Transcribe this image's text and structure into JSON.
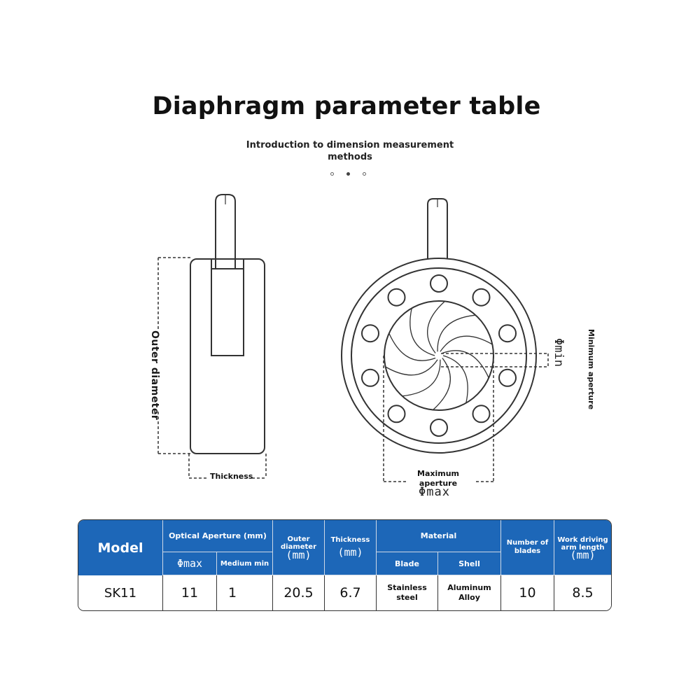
{
  "header": {
    "title": "Diaphragm parameter table",
    "subtitle": "Introduction to dimension measurement methods"
  },
  "carousel": {
    "dot_count": 3,
    "active_index": 1
  },
  "diagram": {
    "side_view": {
      "outer_diameter_label": "Outer diameter",
      "thickness_label": "Thickness"
    },
    "front_view": {
      "max_aperture_label": "Maximum aperture",
      "phi_max_symbol": "Φmax",
      "phi_min_symbol": "Φmin",
      "min_aperture_label": "Minimum aperture"
    }
  },
  "table": {
    "headers": {
      "model": "Model",
      "optical_aperture": "Optical Aperture (mm)",
      "phi_max": "Φmax",
      "medium_min": "Medium min",
      "outer_diameter": "Outer diameter",
      "outer_diameter_unit": "(mm)",
      "thickness": "Thickness",
      "thickness_unit": "(mm)",
      "material": "Material",
      "blade": "Blade",
      "shell": "Shell",
      "num_blades": "Number of blades",
      "work_arm": "Work driving arm length",
      "work_arm_unit": "(mm)"
    },
    "row": {
      "model": "SK11",
      "phi_max": "11",
      "medium_min": "1",
      "outer_diameter": "20.5",
      "thickness": "6.7",
      "blade": "Stainless steel",
      "shell": "Aluminum Alloy",
      "num_blades": "10",
      "work_arm": "8.5"
    }
  },
  "colors": {
    "header_blue": "#1d67b8",
    "line": "#333333"
  }
}
